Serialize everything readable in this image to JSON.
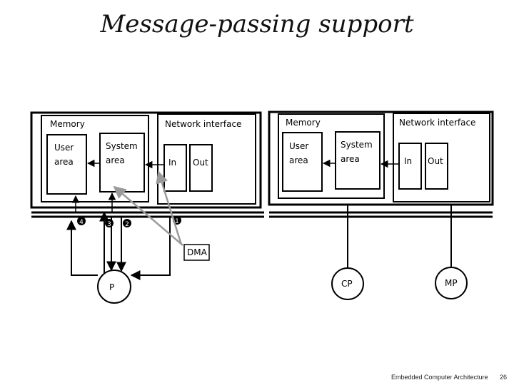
{
  "slide": {
    "title": "Message-passing support",
    "footer_text": "Embedded Computer Architecture",
    "page_number": "26"
  },
  "left_node": {
    "memory_label": "Memory",
    "user_area_line1": "User",
    "user_area_line2": "area",
    "system_area_line1": "System",
    "system_area_line2": "area",
    "network_interface_label": "Network interface",
    "in_label": "In",
    "out_label": "Out",
    "dma_label": "DMA",
    "processor_label": "P",
    "steps": [
      "4",
      "3",
      "2",
      "1"
    ]
  },
  "right_node": {
    "memory_label": "Memory",
    "user_area_line1": "User",
    "user_area_line2": "area",
    "system_area_line1": "System",
    "system_area_line2": "area",
    "network_interface_label": "Network interface",
    "in_label": "In",
    "out_label": "Out",
    "cp_label": "CP",
    "mp_label": "MP"
  },
  "colors": {
    "line": "#000000",
    "dma_arrow": "#9a9a9a"
  }
}
